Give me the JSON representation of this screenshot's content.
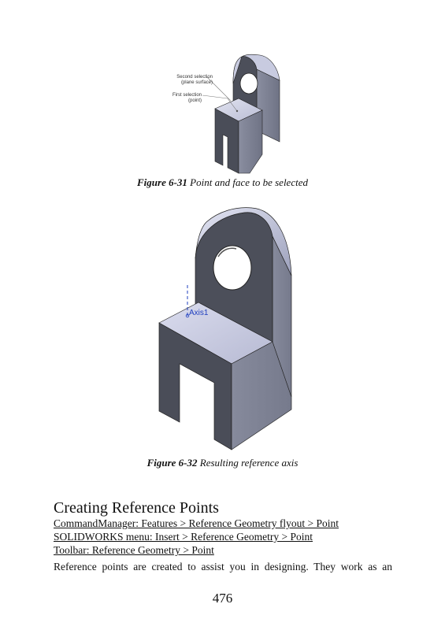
{
  "figure1": {
    "callout_second": "Second selection",
    "callout_second_sub": "(plane surface)",
    "callout_first": "First selection",
    "callout_first_sub": "(point)",
    "caption_number": "Figure 6-31",
    "caption_text": " Point and face to be selected"
  },
  "figure2": {
    "axis_label": "Axis1",
    "caption_number": "Figure 6-32",
    "caption_text": " Resulting reference axis"
  },
  "section": {
    "title": "Creating Reference Points",
    "nav": [
      "CommandManager: Features > Reference Geometry flyout > Point",
      "SOLIDWORKS menu: Insert > Reference Geometry > Point",
      "Toolbar: Reference Geometry > Point"
    ],
    "body": "Reference points are created to assist you in designing. They work as an"
  },
  "page_number": "476",
  "colors": {
    "face_dark": "#4a4d58",
    "face_mid": "#7d8193",
    "face_light": "#c9cce2",
    "axis_blue": "#1f3fbf"
  }
}
